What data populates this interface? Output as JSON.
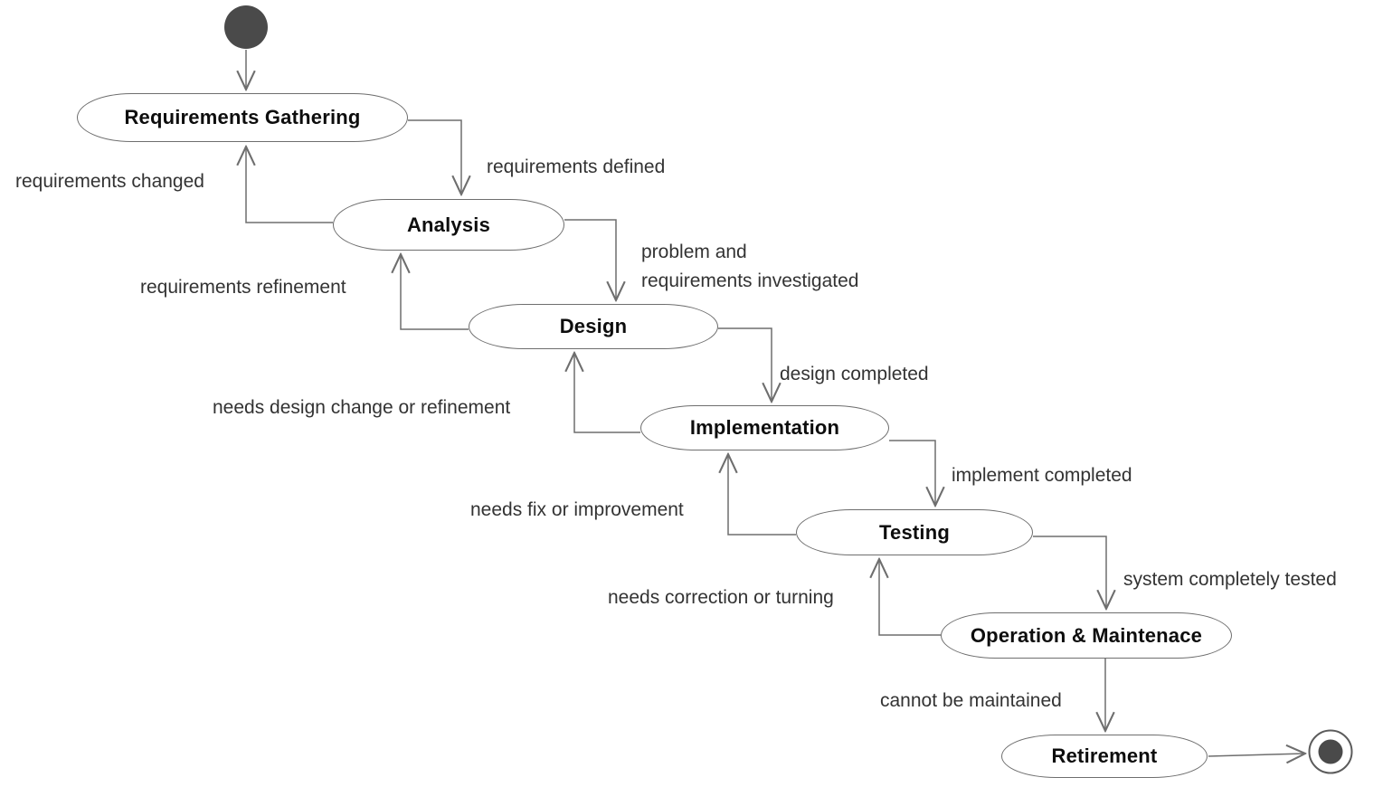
{
  "colors": {
    "background": "#ffffff",
    "line": "#6e6e6e",
    "state_fill": "#ffffff",
    "state_border": "#6e6e6e",
    "state_text": "#0d0d0d",
    "edge_label_text": "#333333",
    "terminal_fill": "#4a4a4a"
  },
  "diagram": {
    "type": "uml-state-diagram",
    "subject": "software development lifecycle",
    "nodes": {
      "start": "initial-state-node",
      "end": "final-state-node"
    },
    "states": [
      {
        "label": "Requirements Gathering"
      },
      {
        "label": "Analysis"
      },
      {
        "label": "Design"
      },
      {
        "label": "Implementation"
      },
      {
        "label": "Testing"
      },
      {
        "label": "Operation & Maintenace"
      },
      {
        "label": "Retirement"
      }
    ],
    "transitions": [
      {
        "from": "start",
        "to": "Requirements Gathering",
        "label": ""
      },
      {
        "from": "Requirements Gathering",
        "to": "Analysis",
        "label": "requirements defined"
      },
      {
        "from": "Analysis",
        "to": "Requirements Gathering",
        "label": "requirements changed"
      },
      {
        "from": "Analysis",
        "to": "Design",
        "label": "problem and\nrequirements investigated"
      },
      {
        "from": "Design",
        "to": "Analysis",
        "label": "requirements refinement"
      },
      {
        "from": "Design",
        "to": "Implementation",
        "label": "design completed"
      },
      {
        "from": "Implementation",
        "to": "Design",
        "label": "needs design change or refinement"
      },
      {
        "from": "Implementation",
        "to": "Testing",
        "label": "implement completed"
      },
      {
        "from": "Testing",
        "to": "Implementation",
        "label": "needs fix or improvement"
      },
      {
        "from": "Testing",
        "to": "Operation & Maintenace",
        "label": "system completely tested"
      },
      {
        "from": "Operation & Maintenace",
        "to": "Testing",
        "label": "needs correction or turning"
      },
      {
        "from": "Operation & Maintenace",
        "to": "Retirement",
        "label": "cannot be maintained"
      },
      {
        "from": "Retirement",
        "to": "end",
        "label": ""
      }
    ]
  }
}
